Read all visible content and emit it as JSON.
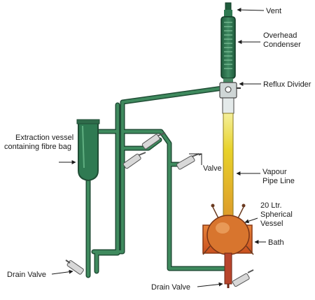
{
  "labels": {
    "vent": "Vent",
    "overhead_condenser_1": "Overhead",
    "overhead_condenser_2": "Condenser",
    "reflux_divider": "Reflux Divider",
    "extraction_vessel_1": "Extraction vessel",
    "extraction_vessel_2": "containing fibre bag",
    "valve": "Valve",
    "vapour_pipe_1": "Vapour",
    "vapour_pipe_2": "Pipe Line",
    "spherical_vessel_1": "20 Ltr.",
    "spherical_vessel_2": "Spherical",
    "spherical_vessel_3": "Vessel",
    "bath": "Bath",
    "drain_valve_left": "Drain Valve",
    "drain_valve_bottom": "Drain Valve"
  },
  "colors": {
    "pipe_green": "#2f6b4a",
    "pipe_green_dark": "#1f4d35",
    "vapour_yellow": "#e6c41a",
    "vapour_orange": "#d9782a",
    "bath_orange": "#d8602a",
    "drain_red": "#b8452c",
    "condenser_green": "#2f7a52"
  }
}
